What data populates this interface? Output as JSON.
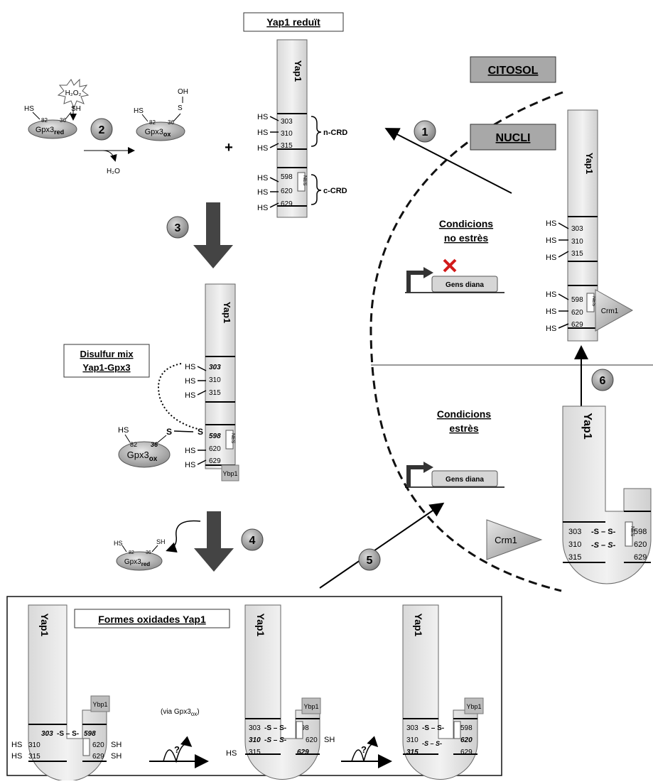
{
  "labels": {
    "yap1_reduit": "Yap1 reduït",
    "citosol": "CITOSOL",
    "nucli": "NUCLI",
    "no_stress_1": "Condicions",
    "no_stress_2": "no estrès",
    "stress_1": "Condicions",
    "stress_2": "estrès",
    "gens_diana": "Gens diana",
    "disulfur_1": "Disulfur mix",
    "disulfur_2": "Yap1-Gpx3",
    "formes": "Formes oxidades Yap1",
    "via": "(via Gpx3",
    "via_sub": "ox",
    "via_close": ")",
    "ncrd": "n-CRD",
    "ccrd": "c-CRD",
    "yap1": "Yap1",
    "ybp1": "Ybp1",
    "crm1": "Crm1",
    "nes": "NES",
    "h2o2": "H₂O₂",
    "h2o": "H₂O",
    "hs": "HS",
    "sh": "SH",
    "oh": "OH",
    "s": "S",
    "q": "?",
    "gpx3": "Gpx3",
    "red": "red",
    "ox": "ox",
    "n82": "82",
    "n36": "36",
    "n303": "303",
    "n310": "310",
    "n315": "315",
    "n598": "598",
    "n620": "620",
    "n629": "629",
    "ss": "-S – S-",
    "ss_wavy": "-S – S-",
    "plus": "+"
  },
  "steps": {
    "s1": "1",
    "s2": "2",
    "s3": "3",
    "s4": "4",
    "s5": "5",
    "s6": "6"
  }
}
